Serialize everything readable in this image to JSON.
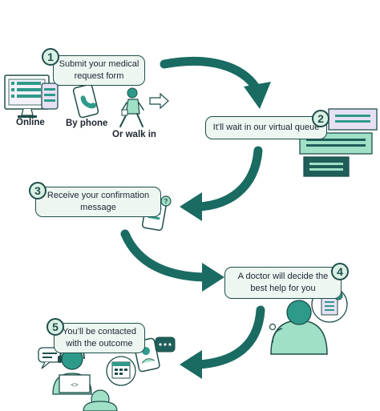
{
  "steps": [
    {
      "number": "1",
      "text": "Submit your medical request form"
    },
    {
      "number": "2",
      "text": "It’ll wait in our virtual queue"
    },
    {
      "number": "3",
      "text": "Receive your confirmation message"
    },
    {
      "number": "4",
      "text": "A doctor will decide the best help for you"
    },
    {
      "number": "5",
      "text": "You’ll be contacted with the outcome"
    }
  ],
  "request_modes": [
    "Online",
    "By phone",
    "Or walk in"
  ],
  "colors": {
    "arrow": "#1a6b62",
    "outline": "#1f4e4a",
    "callout_fill": "#eef6f2",
    "accent_mint": "#9fe0c6",
    "accent_teal": "#2e9a8a",
    "dark_teal": "#1f5f5a",
    "lilac": "#e6e0f3"
  },
  "icons": [
    "computer-form-icon",
    "phone-icon",
    "walking-person-icon",
    "small-arrow-icon",
    "queue-cards-icon",
    "confirmation-phone-icon",
    "doctor-icon",
    "clipboard-bubble-icon",
    "support-agent-icon",
    "speech-bubble-icon",
    "calendar-bubble-icon",
    "video-call-phone-icon",
    "patient-icon"
  ]
}
